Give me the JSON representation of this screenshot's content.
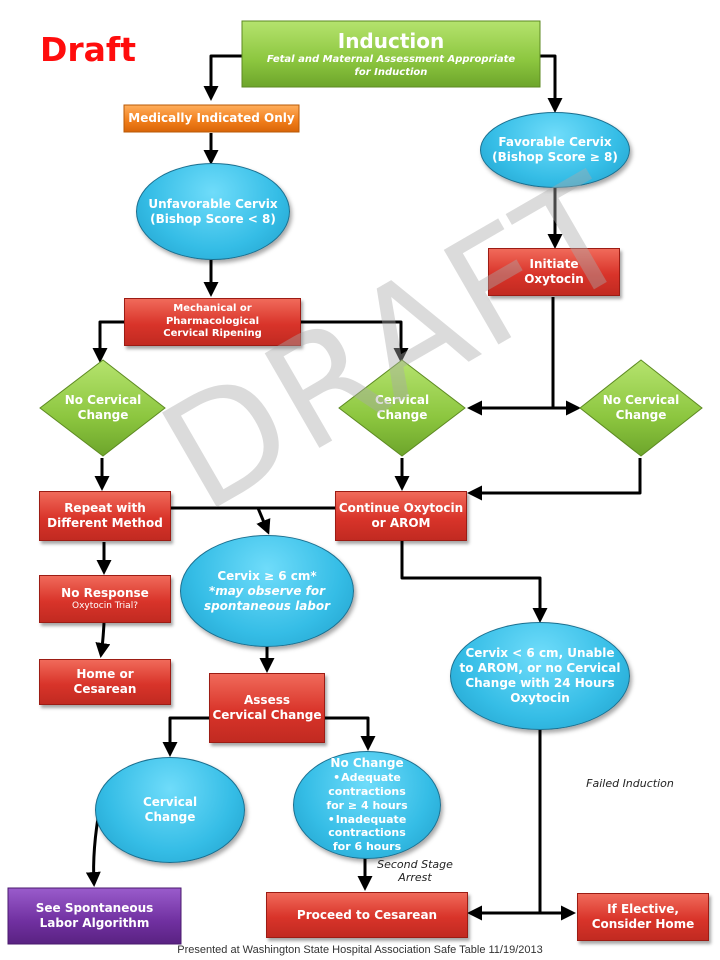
{
  "draft_label": "Draft",
  "watermark": "DRAFT",
  "nodes": {
    "induction": {
      "title": "Induction",
      "subtitle_1": "Fetal and Maternal Assessment  Appropriate",
      "subtitle_2": "for Induction"
    },
    "medically_indicated": "Medically Indicated Only",
    "favorable_cervix": {
      "line1": "Favorable Cervix",
      "line2": "(Bishop Score ≥ 8)"
    },
    "unfavorable_cervix": {
      "line1": "Unfavorable Cervix",
      "line2": "(Bishop Score < 8)"
    },
    "initiate_oxytocin": {
      "line1": "Initiate",
      "line2": "Oxytocin"
    },
    "ripening": {
      "line1": "Mechanical  or",
      "line2": "Pharmacological",
      "line3": "Cervical Ripening"
    },
    "no_change_left": {
      "line1": "No Cervical",
      "line2": "Change"
    },
    "cervical_change_mid": {
      "line1": "Cervical",
      "line2": "Change"
    },
    "no_change_right": {
      "line1": "No Cervical",
      "line2": "Change"
    },
    "repeat_method": {
      "line1": "Repeat with",
      "line2": "Different Method"
    },
    "continue_oxytocin": {
      "line1": "Continue Oxytocin",
      "line2": "or AROM"
    },
    "no_response": {
      "line1": "No Response",
      "line2": "Oxytocin Trial?"
    },
    "cervix_6cm": {
      "line1": "Cervix ≥ 6 cm*",
      "line2": "*may observe for",
      "line3": "spontaneous  labor"
    },
    "home_or_cesarean": {
      "line1": "Home  or",
      "line2": "Cesarean"
    },
    "assess_change": {
      "line1": "Assess",
      "line2": "Cervical Change"
    },
    "cervix_lt6": {
      "line1": "Cervix < 6 cm, Unable",
      "line2": "to AROM, or no Cervical",
      "line3": "Change with 24 Hours",
      "line4": "Oxytocin"
    },
    "cervical_change_low": {
      "line1": "Cervical",
      "line2": "Change"
    },
    "no_change_low": {
      "title": "No Change",
      "bullet1_a": "Adequate contractions",
      "bullet1_b": "for ≥ 4 hours",
      "bullet2_a": "Inadequate contractions",
      "bullet2_b": "for 6 hours"
    },
    "spontaneous_labor": {
      "line1": "See Spontaneous",
      "line2": "Labor Algorithm"
    },
    "proceed_cesarean": "Proceed to Cesarean",
    "elective": {
      "line1": "If Elective,",
      "line2": "Consider Home"
    }
  },
  "notes": {
    "failed_induction": "Failed Induction",
    "second_stage_1": "Second Stage",
    "second_stage_2": "Arrest"
  },
  "footer": "Presented at Washington State Hospital Association Safe Table 11/19/2013",
  "colors": {
    "rect_red": "#d9342a",
    "ellipse_blue": "#35bde6",
    "diamond_green": "#8cc63f",
    "induction_green": "#8cc63f",
    "medically_orange": "#f07d1a",
    "purple": "#7030a0",
    "draft_red": "#ff0d0d"
  }
}
